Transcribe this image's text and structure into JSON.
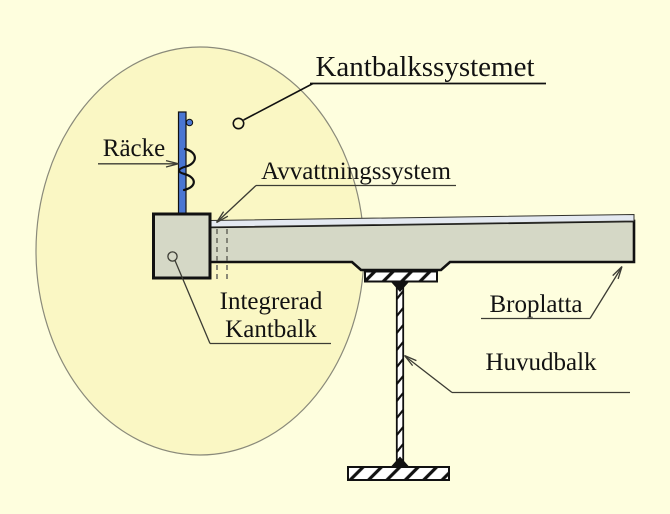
{
  "figure": {
    "title": "Kantbalkssystemet",
    "labels": {
      "railing": "Räcke",
      "drainage": "Avvattningssystem",
      "edge_beam_line1": "Integrerad",
      "edge_beam_line2": "Kantbalk",
      "deck": "Broplatta",
      "main_girder": "Huvudbalk"
    },
    "colors": {
      "background": "#FEFEDE",
      "highlight_ellipse": "#FAF7C4",
      "ellipse_stroke": "#8a8a7a",
      "concrete": "#D5D8C6",
      "surfacing": "#E4E9F1",
      "railing_blue": "#4A76D2",
      "steel_fill": "#FFFFFF",
      "outline": "#111111",
      "leader": "#3c3c34"
    }
  }
}
